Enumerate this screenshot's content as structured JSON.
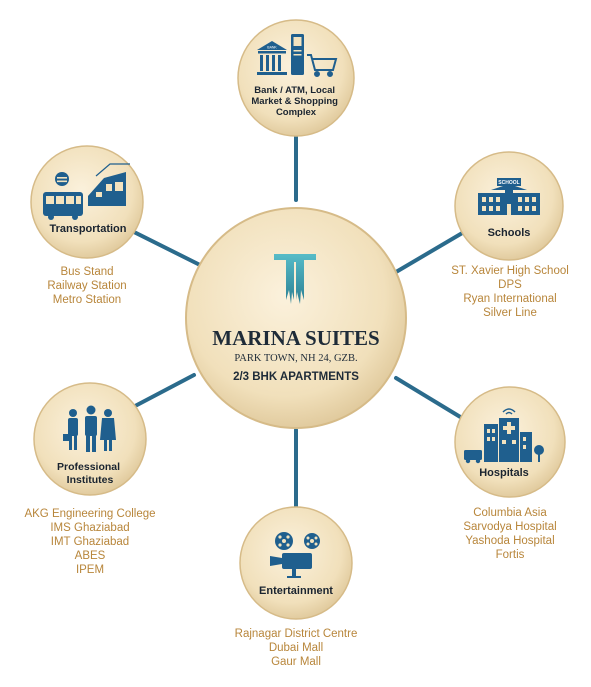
{
  "center": {
    "brand_name": "MARINA SUITES",
    "location": "PARK TOWN, NH 24, GZB.",
    "tagline": "2/3 BHK APARTMENTS"
  },
  "nodes": {
    "bank": {
      "title_lines": [
        "Bank / ATM, Local",
        "Market & Shopping",
        "Complex"
      ],
      "sign_text": "BANK"
    },
    "schools": {
      "title": "Schools",
      "sign_text": "SCHOOL",
      "items": [
        "ST. Xavier High School",
        "DPS",
        "Ryan International",
        "Silver Line"
      ]
    },
    "hospitals": {
      "title": "Hospitals",
      "items": [
        "Columbia Asia",
        "Sarvodya Hospital",
        "Yashoda Hospital",
        "Fortis"
      ]
    },
    "entertainment": {
      "title": "Entertainment",
      "items": [
        "Rajnagar District Centre",
        "Dubai Mall",
        "Gaur Mall"
      ]
    },
    "professional": {
      "title_lines": [
        "Professional",
        "Institutes"
      ],
      "items": [
        "AKG Engineering College",
        "IMS Ghaziabad",
        "IMT Ghaziabad",
        "ABES",
        "IPEM"
      ]
    },
    "transportation": {
      "title": "Transportation",
      "items": [
        "Bus Stand",
        "Railway Station",
        "Metro Station"
      ]
    }
  },
  "colors": {
    "circle_fill": "#f3e3bf",
    "circle_edge": "#d9bf8c",
    "connector": "#2b6b8c",
    "icon": "#1f5f8e",
    "amenity_text": "#b8863b",
    "logo_teal": "#3fa6b5"
  }
}
